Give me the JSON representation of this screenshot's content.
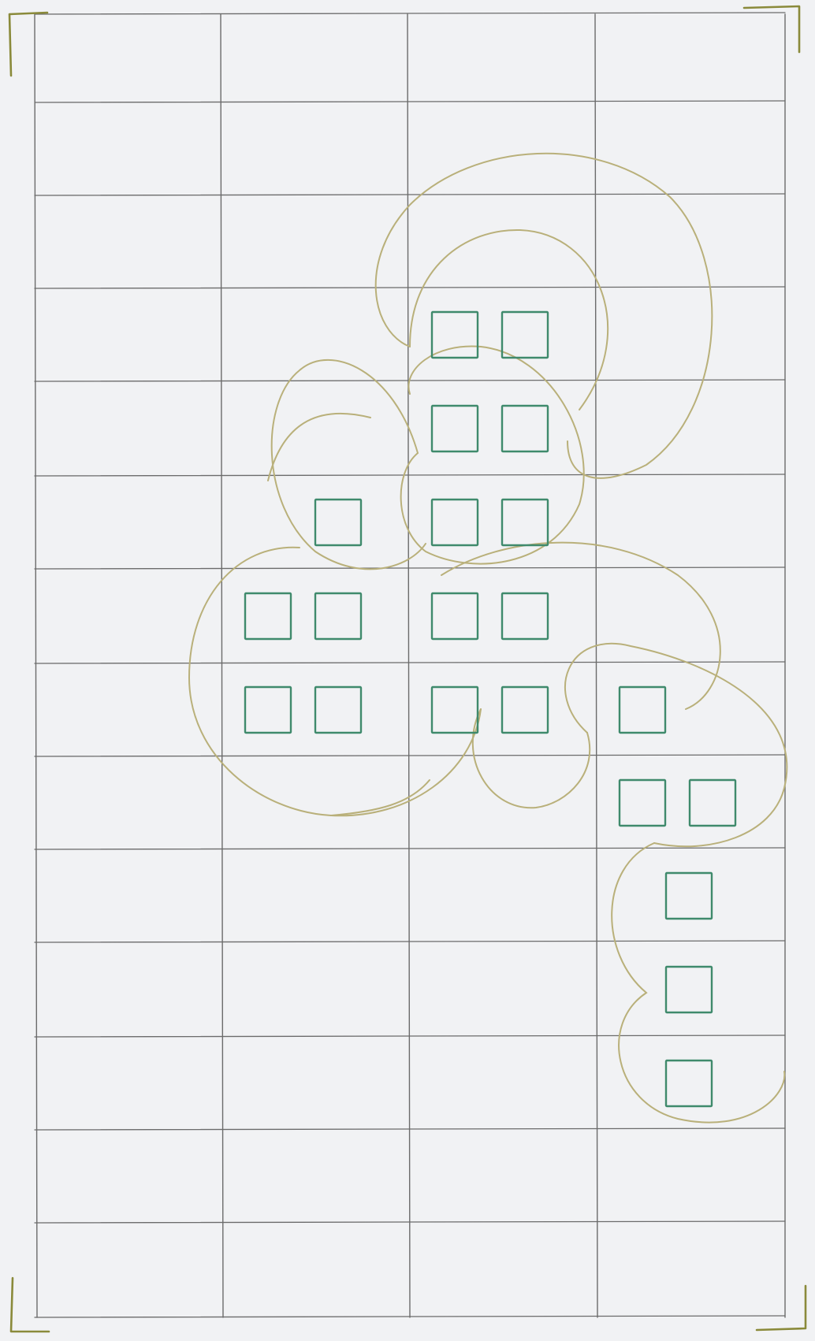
{
  "sheet": {
    "description_free": true,
    "paper_color": "#f1f2f4",
    "grid_color": "#6b6b6b",
    "corner_mark_color": "#8a8a3a",
    "loop_color": "#b9b07a",
    "square_color": "#3f8a6c"
  },
  "grid": {
    "columns": 4,
    "rows": 14
  },
  "squares": [
    {
      "col": 2,
      "row": 3,
      "slot": 0
    },
    {
      "col": 2,
      "row": 3,
      "slot": 1
    },
    {
      "col": 2,
      "row": 4,
      "slot": 0
    },
    {
      "col": 2,
      "row": 4,
      "slot": 1
    },
    {
      "col": 1,
      "row": 5,
      "slot": 1
    },
    {
      "col": 2,
      "row": 5,
      "slot": 0
    },
    {
      "col": 2,
      "row": 5,
      "slot": 1
    },
    {
      "col": 1,
      "row": 6,
      "slot": 0
    },
    {
      "col": 1,
      "row": 6,
      "slot": 1
    },
    {
      "col": 2,
      "row": 6,
      "slot": 0
    },
    {
      "col": 2,
      "row": 6,
      "slot": 1
    },
    {
      "col": 1,
      "row": 7,
      "slot": 0
    },
    {
      "col": 1,
      "row": 7,
      "slot": 1
    },
    {
      "col": 2,
      "row": 7,
      "slot": 0
    },
    {
      "col": 2,
      "row": 7,
      "slot": 1
    },
    {
      "col": 3,
      "row": 7,
      "slot": 0
    },
    {
      "col": 3,
      "row": 8,
      "slot": 0
    },
    {
      "col": 3,
      "row": 8,
      "slot": 1
    },
    {
      "col": 3,
      "row": 9,
      "slot": 2
    },
    {
      "col": 3,
      "row": 10,
      "slot": 2
    },
    {
      "col": 3,
      "row": 11,
      "slot": 2
    }
  ]
}
